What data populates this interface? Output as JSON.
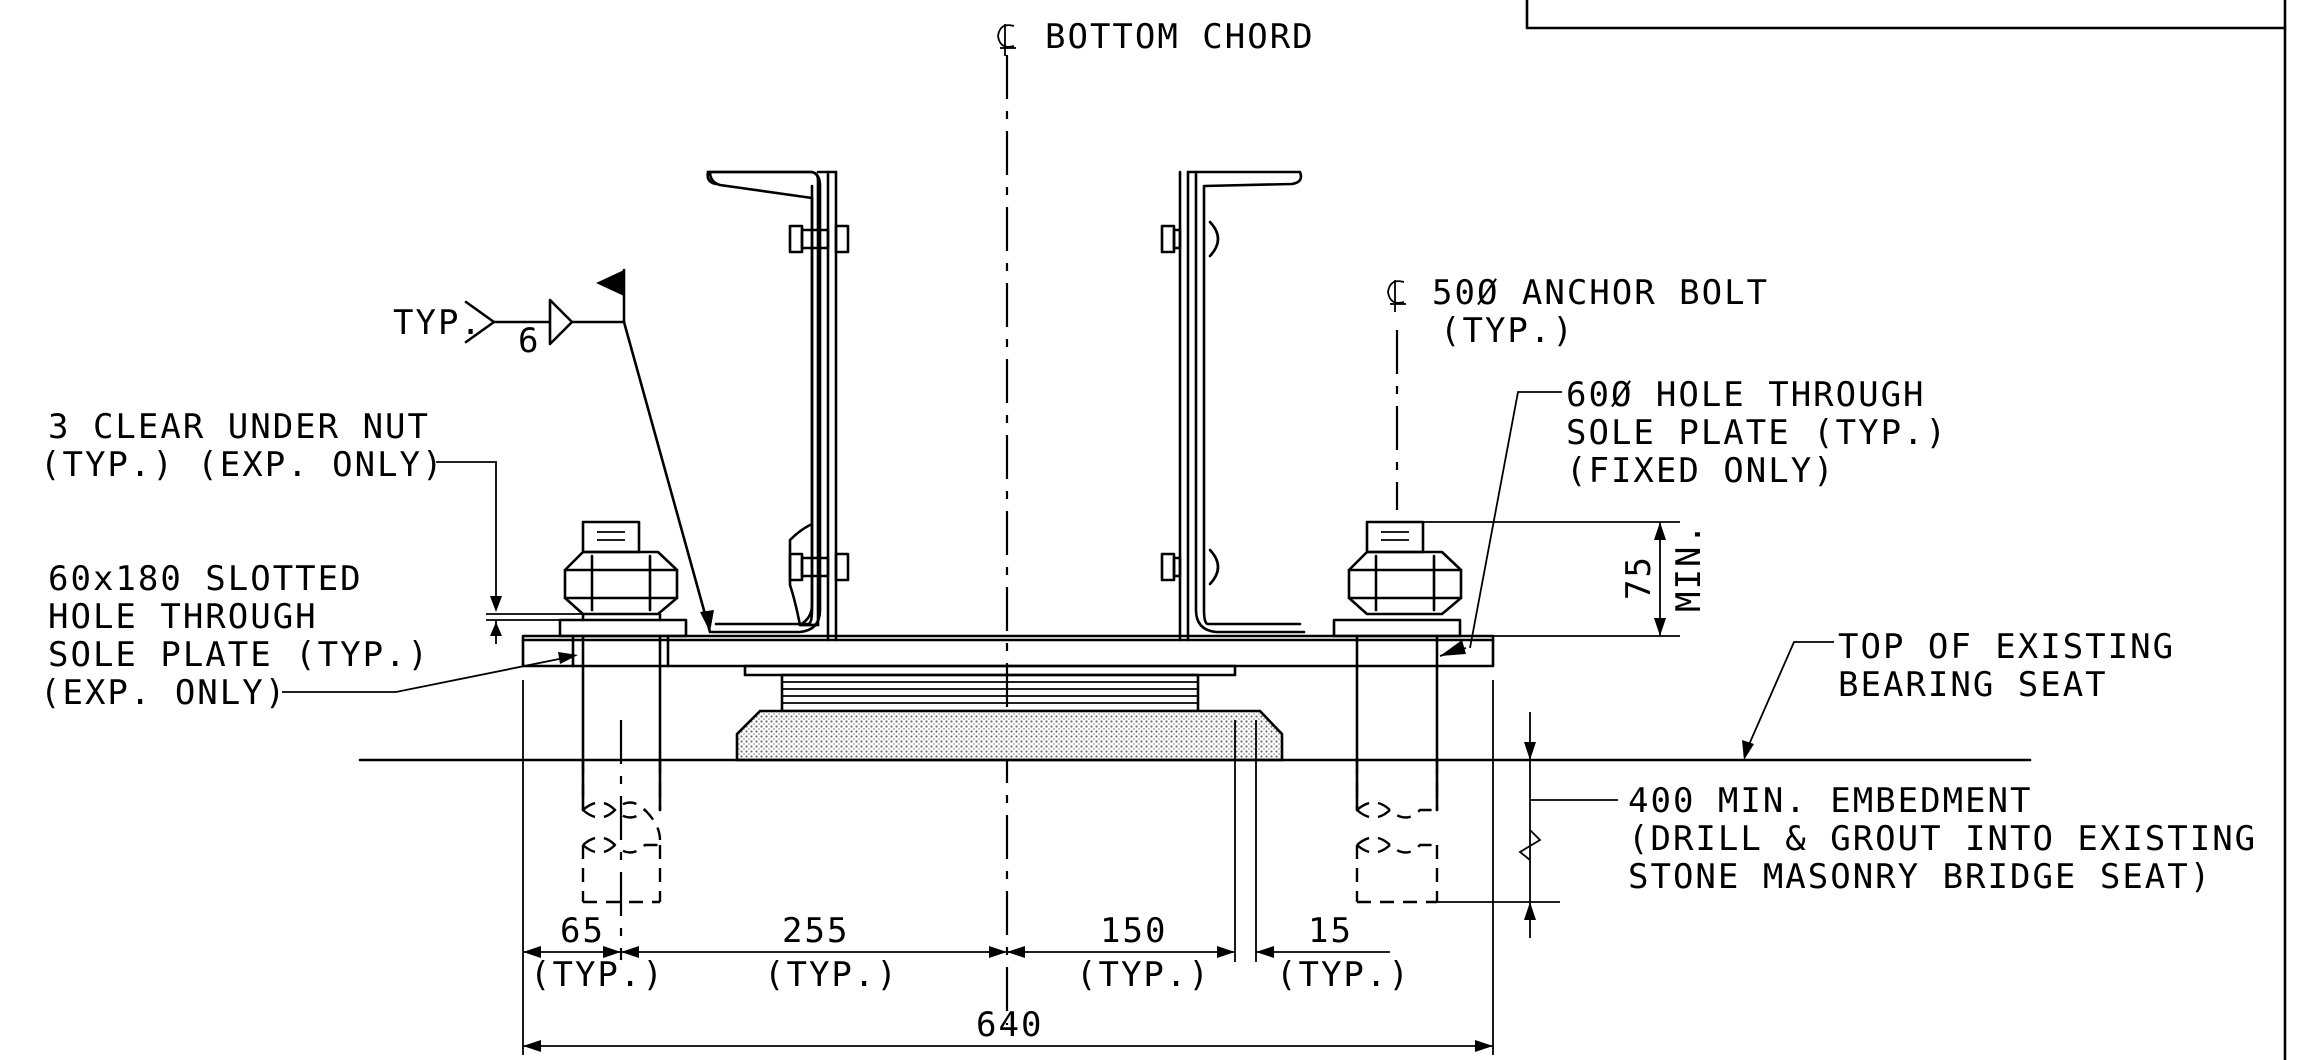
{
  "labels": {
    "cl_bottom_chord": "BOTTOM CHORD",
    "cl_anchor_bolt_1": "50Ø ANCHOR BOLT",
    "cl_anchor_bolt_2": "(TYP.)",
    "weld_typ": "TYP.",
    "weld_size": "6",
    "hole_fixed_1": "60Ø HOLE THROUGH",
    "hole_fixed_2": "SOLE PLATE (TYP.)",
    "hole_fixed_3": "(FIXED ONLY)",
    "clear_nut_1": "3 CLEAR UNDER NUT",
    "clear_nut_2": "(TYP.) (EXP. ONLY)",
    "slot_1": "60x180 SLOTTED",
    "slot_2": "HOLE THROUGH",
    "slot_3": "SOLE PLATE (TYP.)",
    "slot_4": "(EXP. ONLY)",
    "bearing_seat_1": "TOP OF EXISTING",
    "bearing_seat_2": "BEARING SEAT",
    "embed_1": "400 MIN. EMBEDMENT",
    "embed_2": "(DRILL & GROUT INTO EXISTING",
    "embed_3": "STONE MASONRY BRIDGE SEAT)",
    "dim_75": "75",
    "dim_75_note": "MIN."
  },
  "dimensions": [
    {
      "value": "65",
      "note": "(TYP.)"
    },
    {
      "value": "255",
      "note": "(TYP.)"
    },
    {
      "value": "150",
      "note": "(TYP.)"
    },
    {
      "value": "15",
      "note": "(TYP.)"
    },
    {
      "value": "640",
      "note": ""
    }
  ],
  "colors": {
    "ink": "#000000",
    "paper": "#ffffff",
    "hatch": "#8a8a8a"
  }
}
